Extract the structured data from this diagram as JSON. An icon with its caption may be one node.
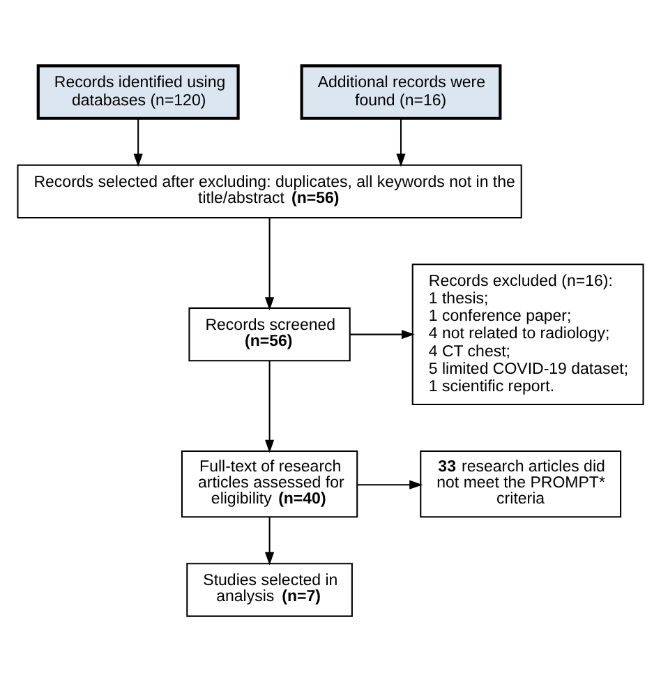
{
  "diagram": {
    "nodes": [
      {
        "text": [
          "Records identified using databases (n=120)"
        ]
      },
      {
        "text": [
          "Additional records were found (n=16)"
        ]
      },
      {
        "text": [
          "Records selected after excluding: duplicates, all keywords not in the title/abstract **(n=56)**"
        ]
      },
      {
        "text": [
          "Records screened **(n=56)**"
        ]
      },
      {
        "text": [
          "Records excluded (n=16):",
          "1 thesis;",
          "1 conference paper;",
          "4 not related to radiology;",
          "4 CT chest;",
          "5 limited COVID-19 dataset;",
          "1 scientific report."
        ]
      },
      {
        "text": [
          "Full-text of research articles assessed for eligibility **(n=40)**"
        ]
      },
      {
        "text": [
          "**33** research articles did not meet the PROMPT* criteria"
        ]
      },
      {
        "text": [
          "Studies selected in analysis **(n=7)**"
        ]
      }
    ],
    "edges": [
      {
        "from": 0,
        "to": 2,
        "arrow": "to"
      },
      {
        "from": 1,
        "to": 2,
        "arrow": "to"
      },
      {
        "from": 2,
        "to": 3,
        "arrow": "to"
      },
      {
        "from": 3,
        "to": 4,
        "arrow": "to"
      },
      {
        "from": 3,
        "to": 5,
        "arrow": "to"
      },
      {
        "from": 5,
        "to": 6,
        "arrow": "to"
      },
      {
        "from": 5,
        "to": 7,
        "arrow": "to"
      }
    ]
  }
}
